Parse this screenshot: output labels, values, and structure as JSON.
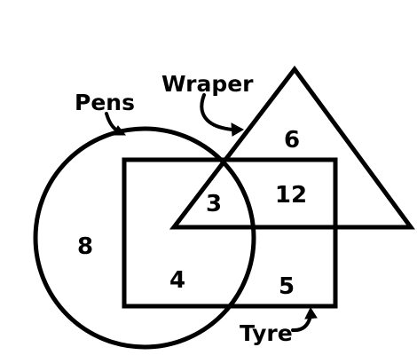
{
  "labels": {
    "pens": "Pens",
    "wrapper": "Wraper",
    "tyre": "Tyre"
  },
  "regions": {
    "pens_only": "8",
    "wrapper_only": "6",
    "pens_wrapper_tyre": "3",
    "wrapper_tyre": "12",
    "pens_tyre": "4",
    "tyre_only": "5"
  },
  "colors": {
    "stroke": "#000000",
    "background": "#ffffff"
  }
}
